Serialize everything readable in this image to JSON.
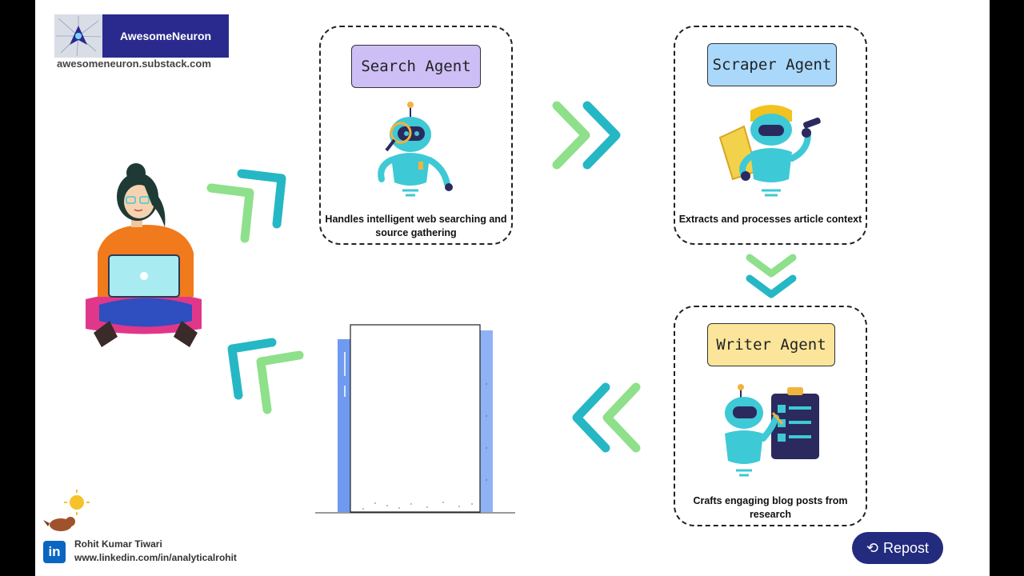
{
  "brand": {
    "name": "AwesomeNeuron",
    "url": "awesomeneuron.substack.com"
  },
  "agents": [
    {
      "title": "Search Agent",
      "description": "Handles intelligent web searching and source gathering",
      "title_color": "#cdbff5"
    },
    {
      "title": "Scraper Agent",
      "description": "Extracts and processes article context",
      "title_color": "#a9d8fb"
    },
    {
      "title": "Writer Agent",
      "description": "Crafts engaging blog posts from research",
      "title_color": "#fbe59a"
    }
  ],
  "author": {
    "name": "Rohit Kumar Tiwari",
    "url": "www.linkedin.com/in/analyticalrohit"
  },
  "repost": {
    "label": "Repost",
    "icon": "repost-icon"
  },
  "colors": {
    "arrow_teal": "#26b7c4",
    "arrow_green": "#8ee08a",
    "robot_cyan": "#3ec9d6",
    "robot_dark": "#2b2a5e"
  }
}
